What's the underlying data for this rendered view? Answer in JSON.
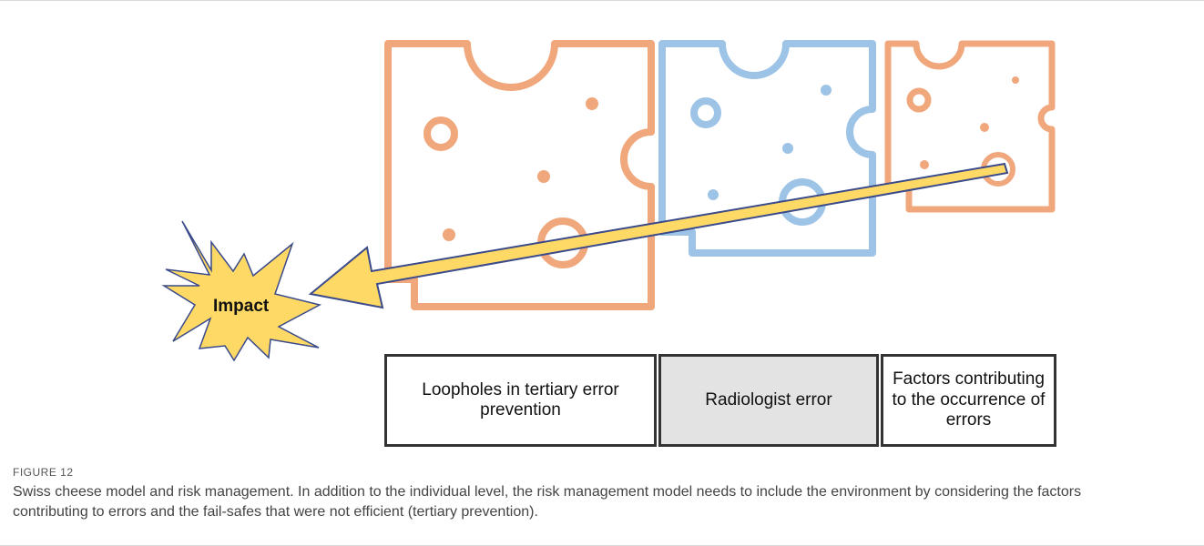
{
  "diagram": {
    "impact_label": "Impact",
    "boxes": [
      {
        "label": "Loopholes in tertiary error prevention"
      },
      {
        "label": "Radiologist error"
      },
      {
        "label": "Factors contributing to the occurrence of errors"
      }
    ]
  },
  "caption": {
    "figure_label": "FIGURE 12",
    "text": "Swiss cheese model and risk management. In addition to the individual level, the risk management model needs to include the environment by considering the factors contributing to errors and the fail-safes that were not efficient (tertiary prevention)."
  },
  "colors": {
    "orange_slice": "#f0a77c",
    "blue_slice": "#9dc3e6",
    "arrow_fill": "#ffd966",
    "arrow_stroke": "#3a4a8a",
    "mid_box_fill": "#e3e3e3",
    "box_border": "#333333"
  },
  "icons": [
    "swiss-cheese-slice",
    "arrow",
    "starburst"
  ]
}
